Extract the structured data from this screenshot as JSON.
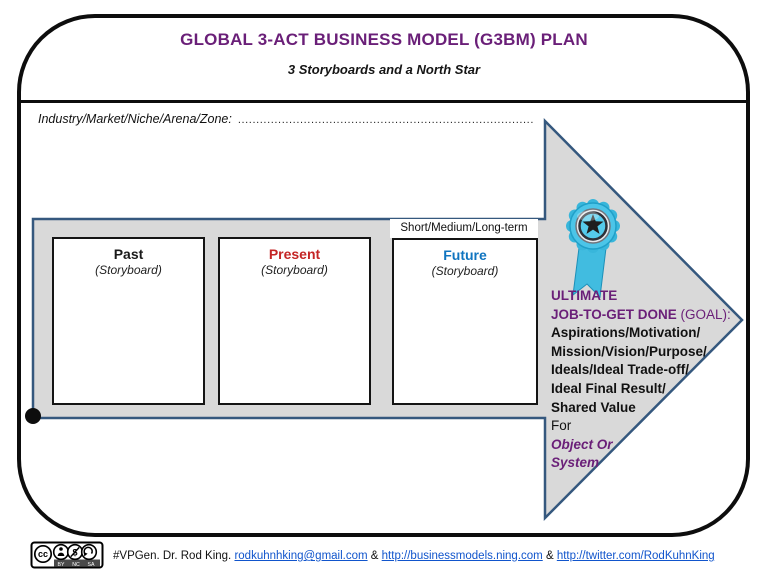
{
  "slide": {
    "title": "GLOBAL 3-ACT BUSINESS MODEL (G3BM) PLAN",
    "subtitle": "3 Storyboards and a North Star"
  },
  "industry_line": {
    "label": "Industry/Market/Niche/Arena/Zone:",
    "dotted_leader": "........................................................................................................................................"
  },
  "arrow": {
    "term_label": "Short/Medium/Long-term",
    "fill": "#d9d9d9",
    "stroke": "#35587e"
  },
  "storyboards": [
    {
      "title": "Past",
      "subtitle": "(Storyboard)",
      "title_color": "#1a1a1a"
    },
    {
      "title": "Present",
      "subtitle": "(Storyboard)",
      "title_color": "#c42525"
    },
    {
      "title": "Future",
      "subtitle": "(Storyboard)",
      "title_color": "#0f74c0"
    }
  ],
  "goal": {
    "line1": "ULTIMATE",
    "line2_bold": "JOB-TO-GET DONE",
    "line2_suffix": " (GOAL):",
    "line3": "Aspirations/Motivation/",
    "line4": "Mission/Vision/Purpose/",
    "line5": "Ideals/Ideal Trade-off/",
    "line6": "Ideal Final Result/",
    "line7": "Shared Value",
    "line8": "For",
    "line9": "Object Or",
    "line10": "System"
  },
  "badge": {
    "icon": "award-rosette-star-ribbon",
    "ribbon_color": "#41bce0",
    "star_color": "#1f1f1f"
  },
  "footer": {
    "license": {
      "cc": "cc",
      "by": "BY",
      "nc": "NC",
      "sa": "SA",
      "nc_symbol": "$"
    },
    "prefix": "#VPGen. Dr. Rod King. ",
    "email": "rodkuhnhking@gmail.com",
    "separator": " & ",
    "site": "http://businessmodels.ning.com",
    "twitter": "http://twitter.com/RodKuhnKing"
  },
  "colors": {
    "accent_purple": "#6a1f78",
    "link_blue": "#1155cc",
    "frame_black": "#0d0d0d",
    "future_blue": "#0f74c0",
    "present_red": "#c42525"
  }
}
